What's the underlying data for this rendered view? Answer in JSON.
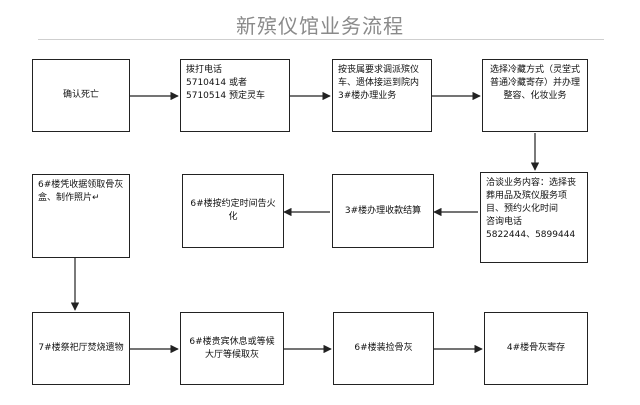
{
  "title": "新殡仪馆业务流程",
  "steps": {
    "s1": "确认死亡",
    "s2": "拨打电话\n5710414 或者\n5710514 预定灵车",
    "s3": "按丧属要求调派殡仪车、遗体接运到院内 3#楼办理业务",
    "s4": "选择冷藏方式（灵堂式普通冷藏寄存）并办理整容、化妆业务",
    "s5": "洽谈业务内容：选择丧葬用品及殡仪服务项目、预约火化时间\n咨询电话\n5822444、5899444",
    "s6": "3#楼办理收款结算",
    "s7": "6#楼按约定时间告火化",
    "s8": "6#楼凭收据领取骨灰盒、制作照片↵",
    "s9": "7#楼祭祀厅焚烧遗物",
    "s10": "6#楼贵宾休息或等候大厅等候取灰",
    "s11": "6#楼装捡骨灰",
    "s12": "4#楼骨灰寄存"
  }
}
